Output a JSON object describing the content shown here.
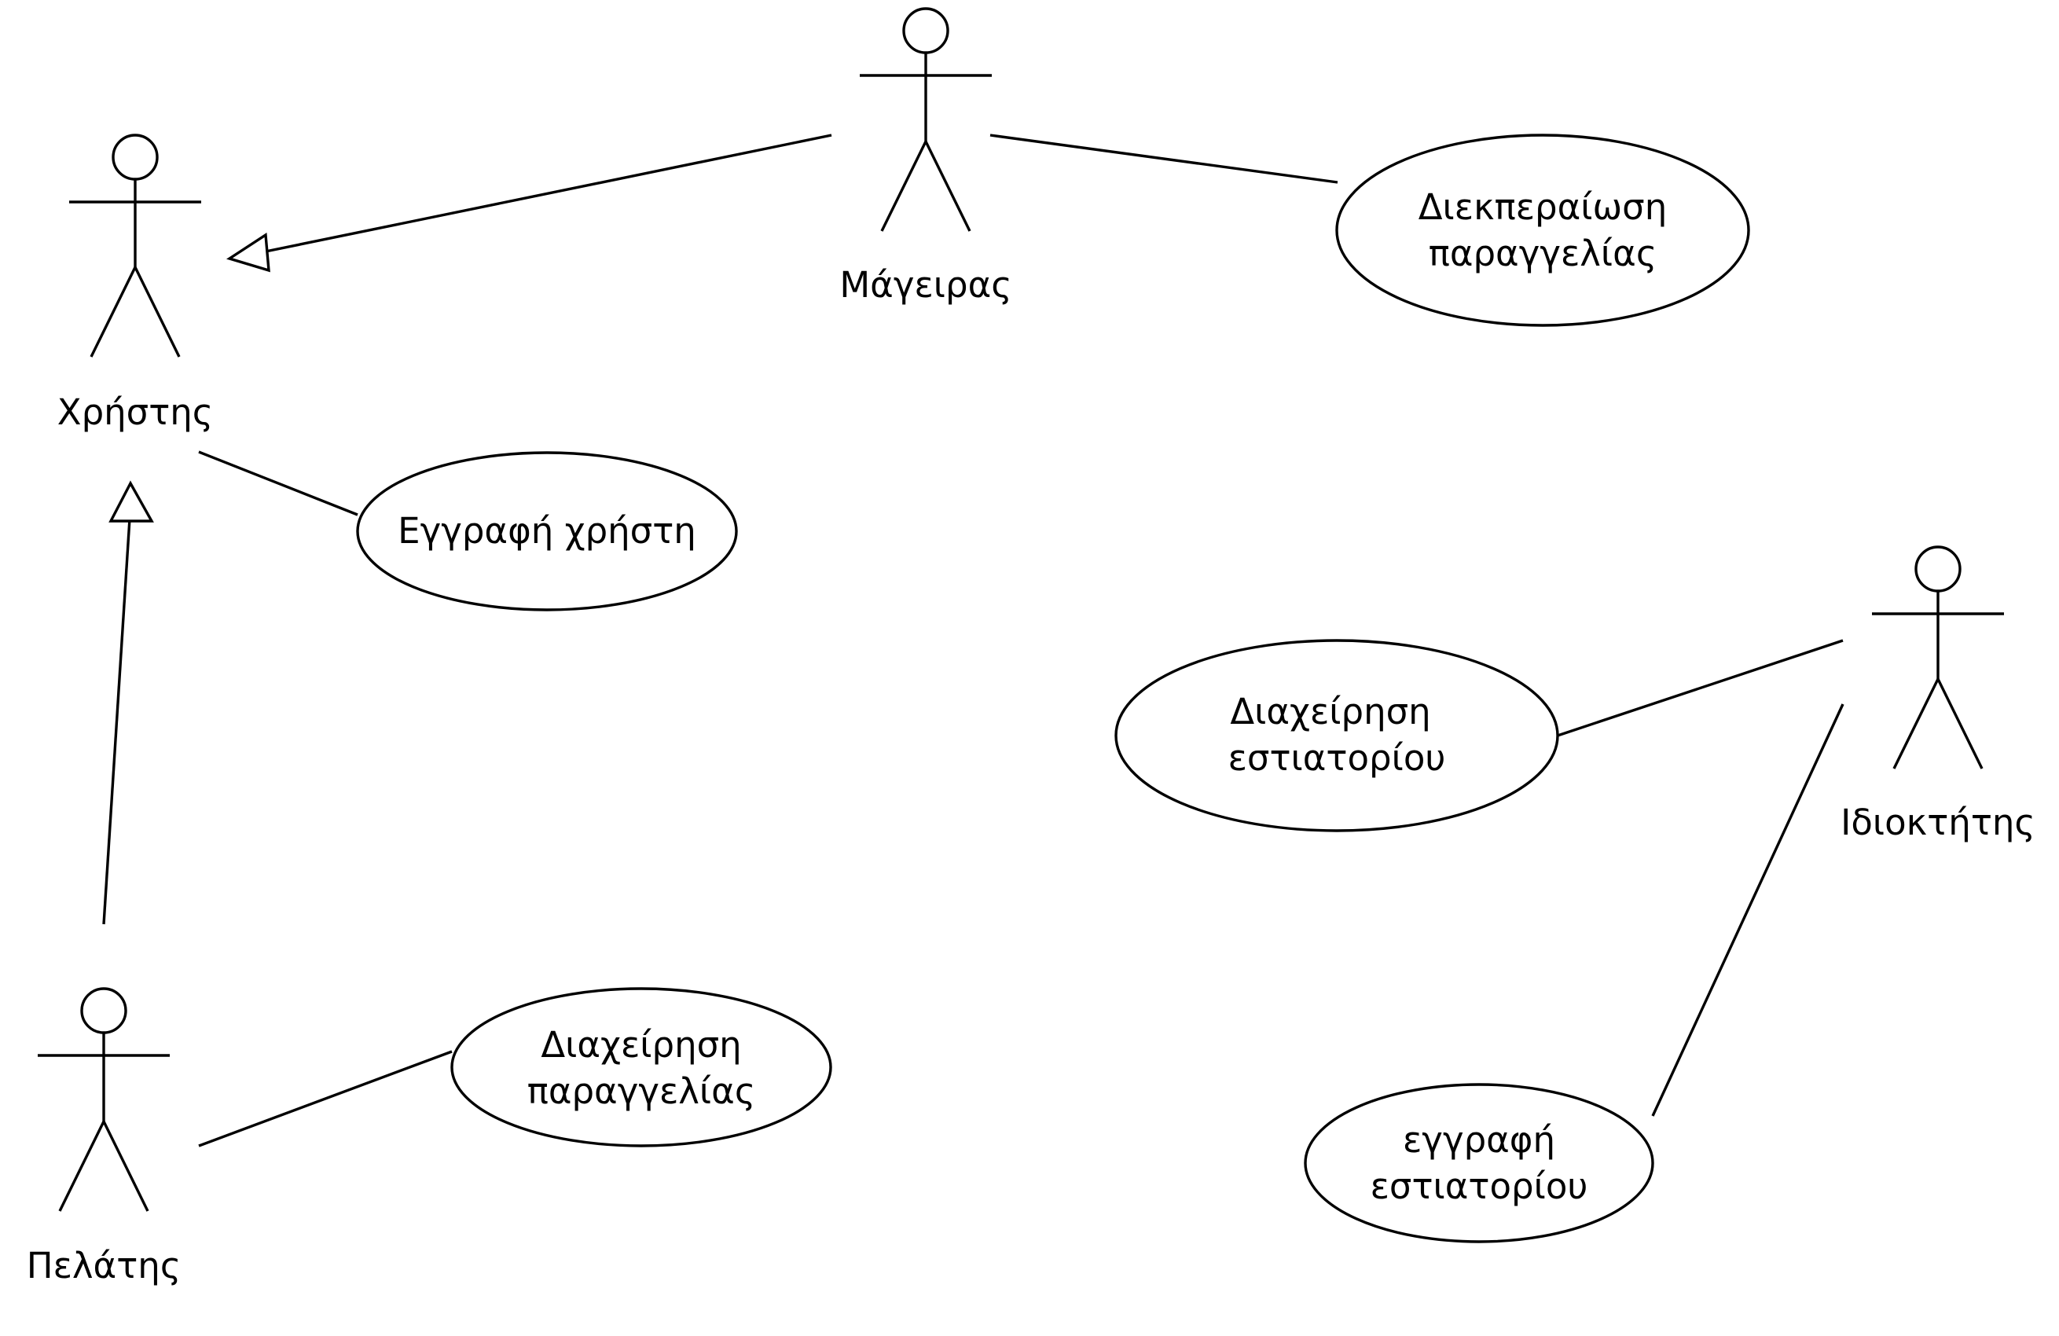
{
  "diagram": {
    "actors": {
      "user": "Χρήστης",
      "cook": "Μάγειρας",
      "customer": "Πελάτης",
      "owner": "Ιδιοκτήτης"
    },
    "use_cases": {
      "register_user": [
        "Εγγραφή χρήστη"
      ],
      "process_order": [
        "Διεκπεραίωση",
        "παραγγελίας"
      ],
      "manage_order": [
        "Διαχείρηση",
        "παραγγελίας"
      ],
      "manage_restaurant": [
        "Διαχείρηση",
        "εστιατορίου"
      ],
      "register_restaurant": [
        "εγγραφή",
        "εστιατορίου"
      ]
    }
  }
}
